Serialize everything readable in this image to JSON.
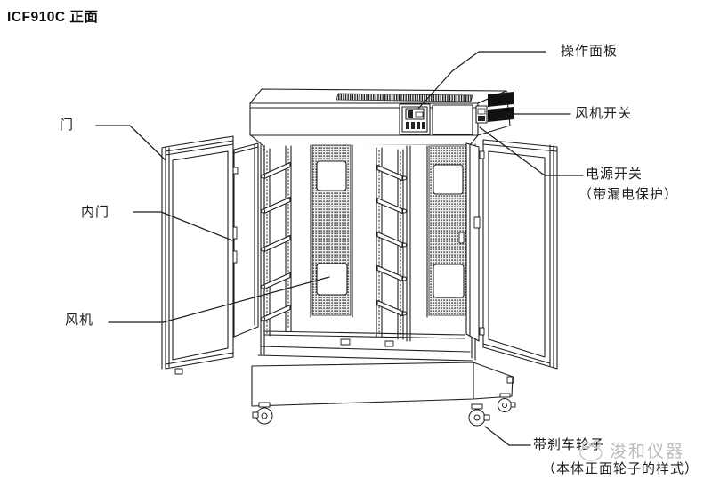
{
  "title": "ICF910C 正面",
  "labels": {
    "door": "门",
    "inner_door": "内门",
    "fan": "风机",
    "operation_panel": "操作面板",
    "fan_switch": "风机开关",
    "power_switch": "电源开关",
    "power_switch_note": "（带漏电保护）",
    "caster_brake": "带刹车轮子",
    "caster_note": "（本体正面轮子的样式）"
  },
  "watermark": {
    "text": "浚和仪器"
  },
  "colors": {
    "line": "#1f1f1f",
    "vent_fill": "#111111",
    "perforation_dot": "#2e2e2e",
    "watermark": "#bcbcbc",
    "background": "#ffffff"
  }
}
